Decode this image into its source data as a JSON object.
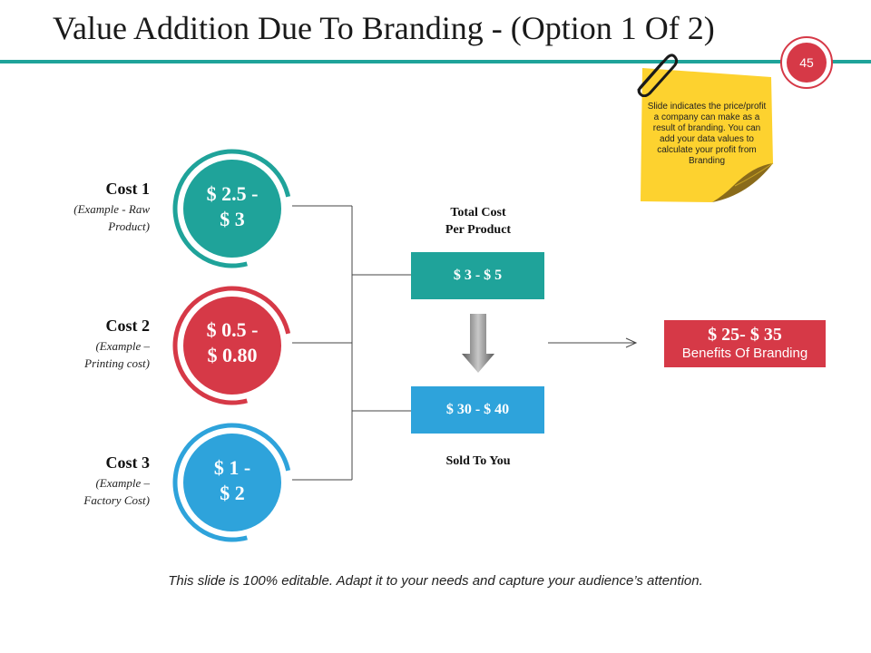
{
  "slide": {
    "title": "Value Addition Due To Branding - (Option 1 Of 2)",
    "page_number": "45",
    "note": "Slide indicates the price/profit a company can make as a result of branding. You can add your data values to calculate your profit from Branding",
    "footer": "This slide is 100% editable. Adapt it to your needs and capture your audience’s attention."
  },
  "colors": {
    "teal": "#1fa39a",
    "red": "#d63947",
    "blue": "#2ea3db",
    "sticky": "#fdd22f"
  },
  "costs": [
    {
      "title": "Cost 1",
      "sub1": "(Example - Raw",
      "sub2": "Product)",
      "value1": "$ 2.5 -",
      "value2": "$ 3"
    },
    {
      "title": "Cost 2",
      "sub1": "(Example –",
      "sub2": "Printing cost)",
      "value1": "$ 0.5 -",
      "value2": "$ 0.80"
    },
    {
      "title": "Cost 3",
      "sub1": "(Example –",
      "sub2": "Factory Cost)",
      "value1": "$ 1 -",
      "value2": "$ 2"
    }
  ],
  "total": {
    "label1": "Total Cost",
    "label2": "Per Product",
    "value": "$ 3 - $ 5"
  },
  "sold": {
    "value": "$ 30 - $ 40",
    "label": "Sold To You"
  },
  "benefit": {
    "value": "$ 25- $ 35",
    "label": "Benefits Of Branding"
  }
}
